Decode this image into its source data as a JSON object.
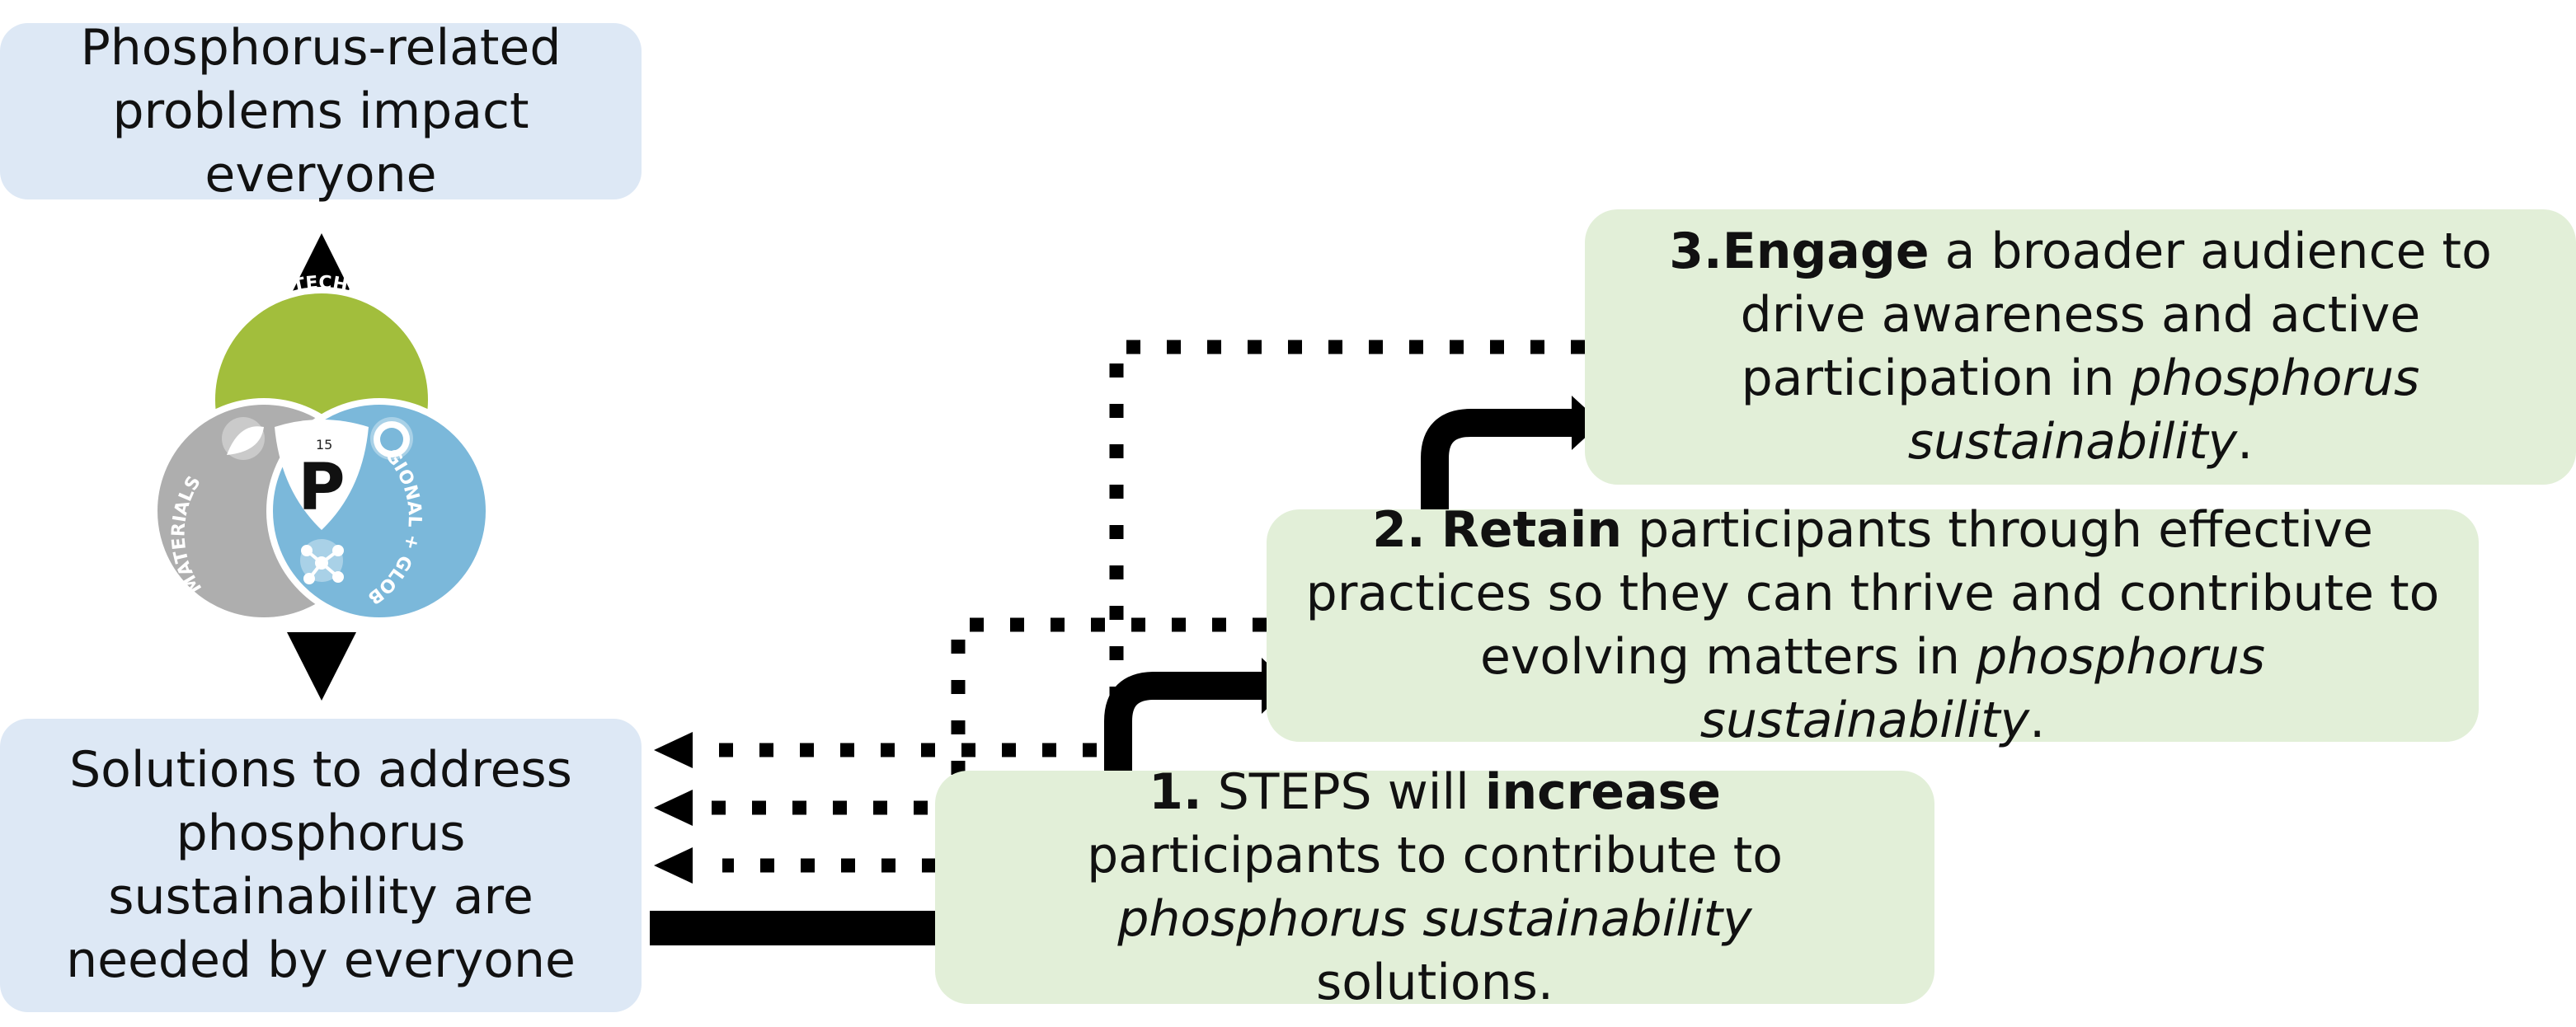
{
  "top_box": {
    "text": "Phosphorus-related problems impact everyone"
  },
  "bottom_box": {
    "text": "Solutions to address phosphorus sustainability are needed by everyone"
  },
  "logo": {
    "center_letter": "P",
    "atomic_number": "15",
    "segments": [
      "HUMAN-TECHNOLOGY",
      "REGIONAL + GLOBAL",
      "MATERIALS"
    ],
    "colors": {
      "green": "#a2be3c",
      "blue": "#7bb8da",
      "gray": "#aeaeae"
    }
  },
  "steps": [
    {
      "number": "1.",
      "pre": "STEPS will",
      "keyword": "increase",
      "rest": "participants to contribute to",
      "emphasis": "phosphorus sustainability",
      "tail": "solutions."
    },
    {
      "number": "2.",
      "keyword": "Retain",
      "rest": "participants through effective practices so they can thrive and contribute to evolving matters in",
      "emphasis": "phosphorus sustainability",
      "tail": "."
    },
    {
      "number": "3.",
      "keyword": "Engage",
      "rest": "a broader audience to drive awareness and active participation in",
      "emphasis": "phosphorus sustainability",
      "tail": "."
    }
  ],
  "colors": {
    "blue_box": "#dde8f5",
    "green_box": "#e2efd8",
    "arrow": "#000000"
  }
}
